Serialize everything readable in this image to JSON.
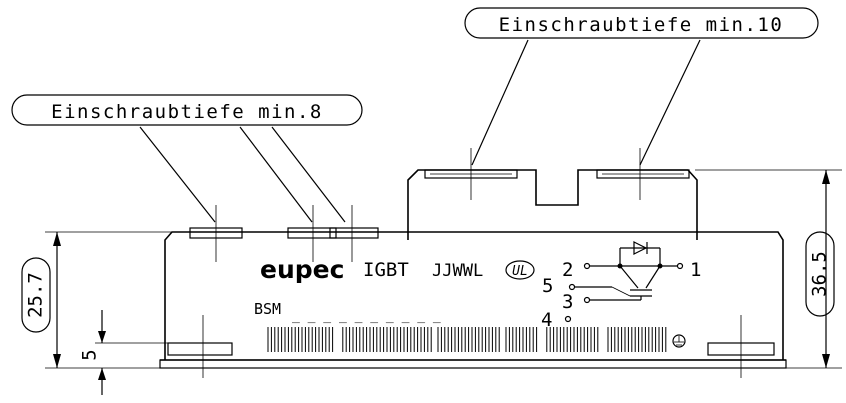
{
  "labels": {
    "depth_left": "Einschraubtiefe  min.8",
    "depth_right": "Einschraubtiefe  min.10"
  },
  "dimensions": {
    "height_base": "25.7",
    "height_total": "36.5",
    "foot": "5"
  },
  "module": {
    "brand": "eupec",
    "type": "IGBT",
    "date_code": "JJWWL",
    "ul_mark": "UL",
    "part_prefix": "BSM",
    "part_blank": "_ _ _ _ _ _ _ _ _ _"
  },
  "pins": {
    "p1": "1",
    "p2": "2",
    "p3": "3",
    "p4": "4",
    "p5": "5"
  }
}
